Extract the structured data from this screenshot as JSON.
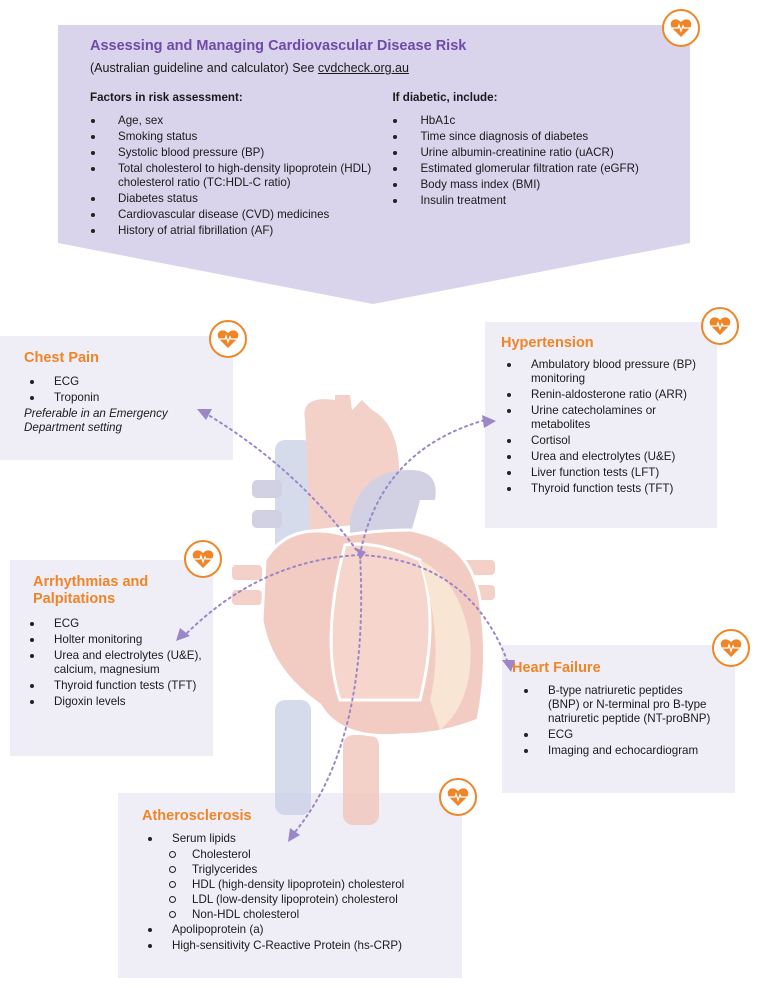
{
  "colors": {
    "accent_orange": "#ef8526",
    "title_purple": "#6f4aa8",
    "top_box": "#d9d4eb",
    "side_box": "#efeef7",
    "arrow": "#9b86c8"
  },
  "risk": {
    "title": "Assessing and Managing Cardiovascular Disease Risk",
    "subtitle": "(Australian guideline and calculator) See ",
    "link": "cvdcheck.org.au",
    "factors_heading": "Factors in risk assessment:",
    "factors": [
      "Age, sex",
      "Smoking status",
      "Systolic blood pressure (BP)",
      "Total cholesterol to high-density lipoprotein (HDL) cholesterol ratio (TC:HDL-C ratio)",
      "Diabetes status",
      "Cardiovascular disease (CVD) medicines",
      "History of atrial fibrillation (AF)"
    ],
    "diabetic_heading": "If diabetic, include:",
    "diabetic": [
      "HbA1c",
      "Time since diagnosis of diabetes",
      "Urine albumin-creatinine ratio (uACR)",
      "Estimated glomerular filtration rate (eGFR)",
      "Body mass index (BMI)",
      "Insulin treatment"
    ]
  },
  "chest_pain": {
    "title": "Chest Pain",
    "items": [
      "ECG",
      "Troponin"
    ],
    "note": "Preferable in an Emergency Department setting"
  },
  "hypertension": {
    "title": "Hypertension",
    "items": [
      "Ambulatory blood pressure (BP) monitoring",
      "Renin-aldosterone ratio (ARR)",
      "Urine catecholamines or metabolites",
      "Cortisol",
      "Urea and electrolytes (U&E)",
      "Liver function tests (LFT)",
      "Thyroid function tests (TFT)"
    ]
  },
  "arrhythmias": {
    "title": "Arrhythmias and Palpitations",
    "items": [
      "ECG",
      "Holter monitoring",
      "Urea and electrolytes (U&E), calcium, magnesium",
      "Thyroid function tests (TFT)",
      "Digoxin levels"
    ]
  },
  "heart_failure": {
    "title": "Heart Failure",
    "items": [
      "B-type natriuretic peptides (BNP) or N-terminal pro B-type natriuretic peptide (NT-proBNP)",
      "ECG",
      "Imaging and echocardiogram"
    ]
  },
  "atherosclerosis": {
    "title": "Atherosclerosis",
    "items": [
      "Serum lipids",
      "Apolipoprotein (a)",
      "High-sensitivity C-Reactive Protein (hs-CRP)"
    ],
    "lipids": [
      "Cholesterol",
      "Triglycerides",
      "HDL (high-density lipoprotein) cholesterol",
      "LDL (low-density lipoprotein) cholesterol",
      "Non-HDL cholesterol"
    ]
  },
  "icons": {
    "section_icon": "heart-ecg-icon"
  }
}
